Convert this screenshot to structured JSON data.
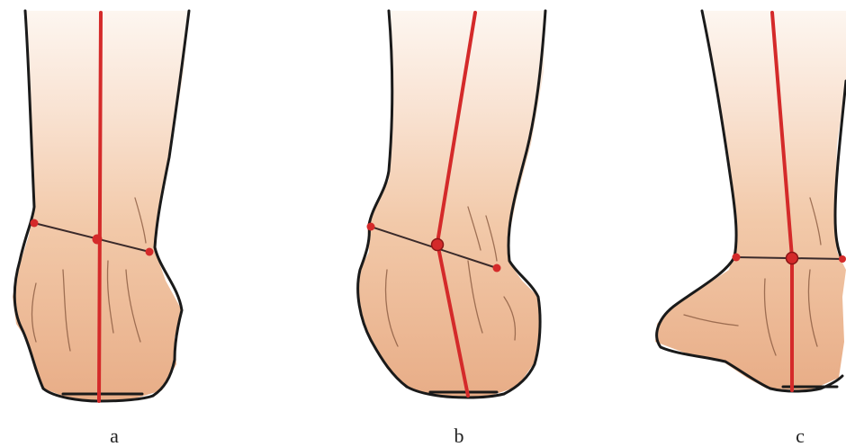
{
  "figure": {
    "panels": [
      {
        "id": "a",
        "label": "a"
      },
      {
        "id": "b",
        "label": "b"
      },
      {
        "id": "c",
        "label": "c"
      }
    ]
  },
  "colors": {
    "background": "#ffffff",
    "skin_light": "#fbeee4",
    "skin_mid": "#f0c4a2",
    "skin_dark": "#e6a983",
    "axis_line": "#d42a2a",
    "marker": "#d42a2a",
    "malleolus_line": "#3a2a2a",
    "outline": "#1a1a1a"
  }
}
